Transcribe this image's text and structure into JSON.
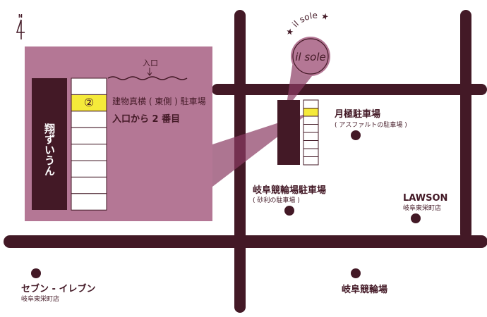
{
  "colors": {
    "road": "#431926",
    "inset": "#b47795",
    "highlight": "#f5ea3a",
    "beam": "#8a3a62"
  },
  "compass": {
    "label": "N"
  },
  "inset": {
    "entrance": "入口",
    "building": "翔ずいうん",
    "slot_number": "②",
    "desc1": "建物真横 ( 東側 ) 駐車場",
    "desc2": "入口から 2 番目"
  },
  "shop": {
    "logo": "il sole",
    "arc_label": "★ il sole ★"
  },
  "places": [
    {
      "name": "月極駐車場",
      "sub": "( アスファルトの駐車場 )"
    },
    {
      "name": "岐阜競輪場駐車場",
      "sub": "( 砂利の駐車場 )"
    },
    {
      "name": "LAWSON",
      "sub": "岐阜東栄町店"
    },
    {
      "name": "セブン - イレブン",
      "sub": "岐阜東栄町店"
    },
    {
      "name": "岐阜競輪場",
      "sub": ""
    }
  ]
}
